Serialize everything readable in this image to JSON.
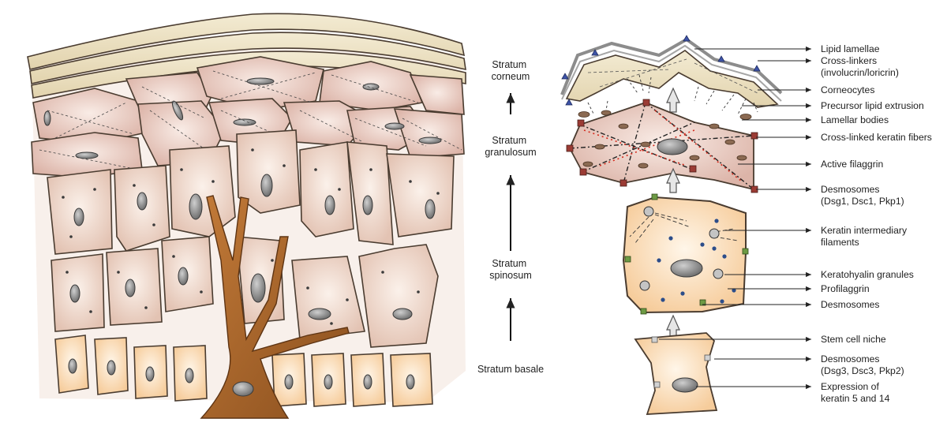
{
  "layers": [
    {
      "lines": [
        "Stratum",
        "corneum"
      ]
    },
    {
      "lines": [
        "Stratum",
        "granulosum"
      ]
    },
    {
      "lines": [
        "Stratum",
        "spinosum"
      ]
    },
    {
      "lines": [
        "Stratum basale"
      ]
    }
  ],
  "annotations": {
    "lipid_lamellae": [
      "Lipid lamellae"
    ],
    "cross_linkers": [
      "Cross-linkers",
      "(involucrin/loricrin)"
    ],
    "corneocytes": [
      "Corneocytes"
    ],
    "precursor_lipid": [
      "Precursor lipid extrusion"
    ],
    "lamellar_bodies": [
      "Lamellar bodies"
    ],
    "crosslinked_keratin": [
      "Cross-linked keratin fibers"
    ],
    "active_filaggrin": [
      "Active filaggrin"
    ],
    "desmosomes_granular": [
      "Desmosomes",
      "(Dsg1, Dsc1, Pkp1)"
    ],
    "keratin_filaments": [
      "Keratin intermediary",
      "filaments"
    ],
    "keratohyalin": [
      "Keratohyalin granules"
    ],
    "profilaggrin": [
      "Profilaggrin"
    ],
    "desmosomes_spinous": [
      "Desmosomes"
    ],
    "stem_cell_niche": [
      "Stem cell niche"
    ],
    "desmosomes_basal": [
      "Desmosomes",
      "(Dsg3, Dsc3, Pkp2)"
    ],
    "keratin_expression": [
      "Expression of",
      "keratin 5 and 14"
    ]
  },
  "colors": {
    "cell_outline": "#4a3c30",
    "basal_cell": "#fbe1c2",
    "spinous_cell": "#f1dccf",
    "granular_cell": "#efd0c8",
    "corneocyte": "#ece2c4",
    "melanocyte": "#a8642a",
    "nucleus": "#8a8a8a",
    "desmosome_granular": "#9b3b34",
    "desmosome_spinous": "#6d9a44",
    "desmosome_basal": "#c9c9c9",
    "profilaggrin_dot": "#2c4d8a",
    "filaggrin_dot": "#d42a1c",
    "lamellar_body": "#8b6a52",
    "cross_linker": "#26356e"
  }
}
